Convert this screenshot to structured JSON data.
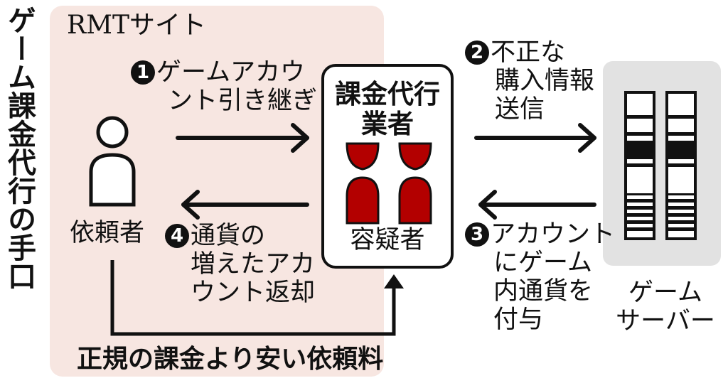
{
  "title": "ゲーム課金代行の手口",
  "rmt_site_label": "RMTサイト",
  "requester_label": "依頼者",
  "dealer": {
    "name_line1": "課金代行",
    "name_line2": "業者",
    "suspect_label": "容疑者"
  },
  "server_label_line1": "ゲーム",
  "server_label_line2": "サーバー",
  "steps": [
    {
      "num": "1",
      "lines": [
        "ゲームアカウ",
        "ント引き継ぎ"
      ]
    },
    {
      "num": "2",
      "lines": [
        "不正な",
        "購入情報",
        "送信"
      ]
    },
    {
      "num": "3",
      "lines": [
        "アカウント",
        "にゲーム",
        "内通貨を",
        "付与"
      ]
    },
    {
      "num": "4",
      "lines": [
        "通貨の",
        "増えたアカ",
        "ウント返却"
      ]
    }
  ],
  "fee_label": "正規の課金より安い依頼料",
  "colors": {
    "accent_red": "#b30000",
    "panel_pink": "#f7e6e1",
    "panel_gray": "#e2e2e2"
  }
}
